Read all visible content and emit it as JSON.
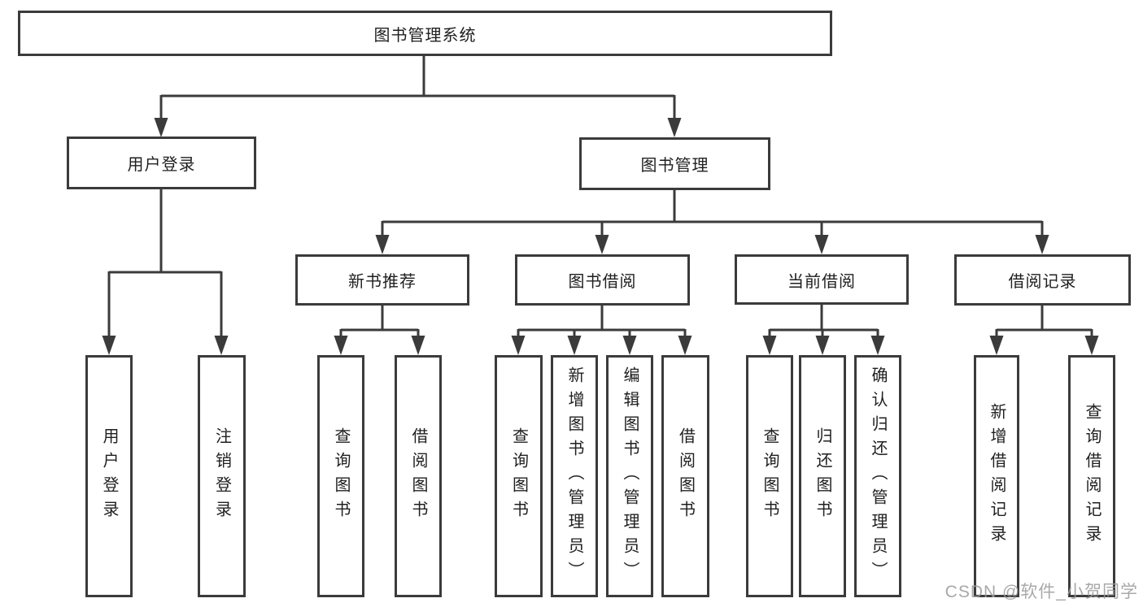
{
  "diagram": {
    "type": "tree",
    "title": "图书管理系统",
    "colors": {
      "line": "#3b3b3b",
      "text": "#1f1f1f",
      "background": "#ffffff",
      "watermark": "#9d9d9d"
    },
    "root": {
      "label": "图书管理系统"
    },
    "level2": [
      {
        "label": "用户登录"
      },
      {
        "label": "图书管理"
      }
    ],
    "level3": [
      {
        "label": "新书推荐",
        "parent": "图书管理"
      },
      {
        "label": "图书借阅",
        "parent": "图书管理"
      },
      {
        "label": "当前借阅",
        "parent": "图书管理"
      },
      {
        "label": "借阅记录",
        "parent": "图书管理"
      }
    ],
    "leaves": [
      {
        "label": "用户登录",
        "parent": "用户登录"
      },
      {
        "label": "注销登录",
        "parent": "用户登录"
      },
      {
        "label": "查询图书",
        "parent": "新书推荐"
      },
      {
        "label": "借阅图书",
        "parent": "新书推荐"
      },
      {
        "label": "查询图书",
        "parent": "图书借阅"
      },
      {
        "label": "新增图书（管理员）",
        "parent": "图书借阅"
      },
      {
        "label": "编辑图书（管理员）",
        "parent": "图书借阅"
      },
      {
        "label": "借阅图书",
        "parent": "图书借阅"
      },
      {
        "label": "查询图书",
        "parent": "当前借阅"
      },
      {
        "label": "归还图书",
        "parent": "当前借阅"
      },
      {
        "label": "确认归还（管理员）",
        "parent": "当前借阅"
      },
      {
        "label": "新增借阅记录",
        "parent": "借阅记录"
      },
      {
        "label": "查询借阅记录",
        "parent": "借阅记录"
      }
    ],
    "watermark": {
      "text": "CSDN @软件_小贺同学"
    }
  }
}
